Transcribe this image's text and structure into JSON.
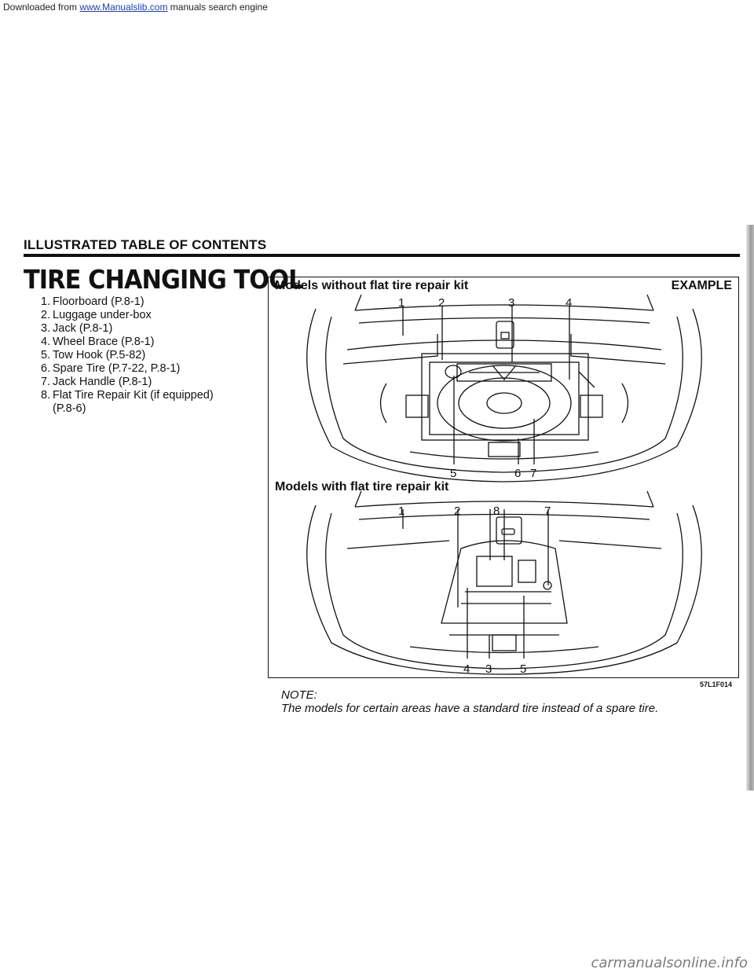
{
  "download_header": {
    "prefix": "Downloaded from",
    "link": "www.Manualslib.com",
    "suffix": "manuals search engine"
  },
  "section_title": "ILLUSTRATED TABLE OF CONTENTS",
  "main_title": "TIRE CHANGING TOOL",
  "tool_list": [
    {
      "num": "1.",
      "text": "Floorboard (P.8-1)"
    },
    {
      "num": "2.",
      "text": "Luggage under-box"
    },
    {
      "num": "3.",
      "text": "Jack (P.8-1)"
    },
    {
      "num": "4.",
      "text": "Wheel Brace (P.8-1)"
    },
    {
      "num": "5.",
      "text": "Tow Hook (P.5-82)"
    },
    {
      "num": "6.",
      "text": "Spare Tire (P.7-22, P.8-1)"
    },
    {
      "num": "7.",
      "text": "Jack Handle (P.8-1)"
    },
    {
      "num": "8.",
      "text": "Flat Tire Repair Kit (if equipped)",
      "cont": "(P.8-6)"
    }
  ],
  "figure": {
    "top_label": "Models without flat tire repair kit",
    "example_label": "EXAMPLE",
    "bottom_label": "Models with flat tire repair kit",
    "top_callouts_upper": [
      "1",
      "2",
      "3",
      "4"
    ],
    "top_callouts_lower": [
      "5",
      "6",
      "7"
    ],
    "bottom_callouts_upper": [
      "1",
      "2",
      "8",
      "7"
    ],
    "bottom_callouts_lower": [
      "4",
      "3",
      "5"
    ],
    "code": "57L1F014"
  },
  "note": {
    "label": "NOTE:",
    "text": "The models for certain areas have a standard tire instead of a spare tire."
  },
  "footer_brand": "carmanualsonline.info"
}
